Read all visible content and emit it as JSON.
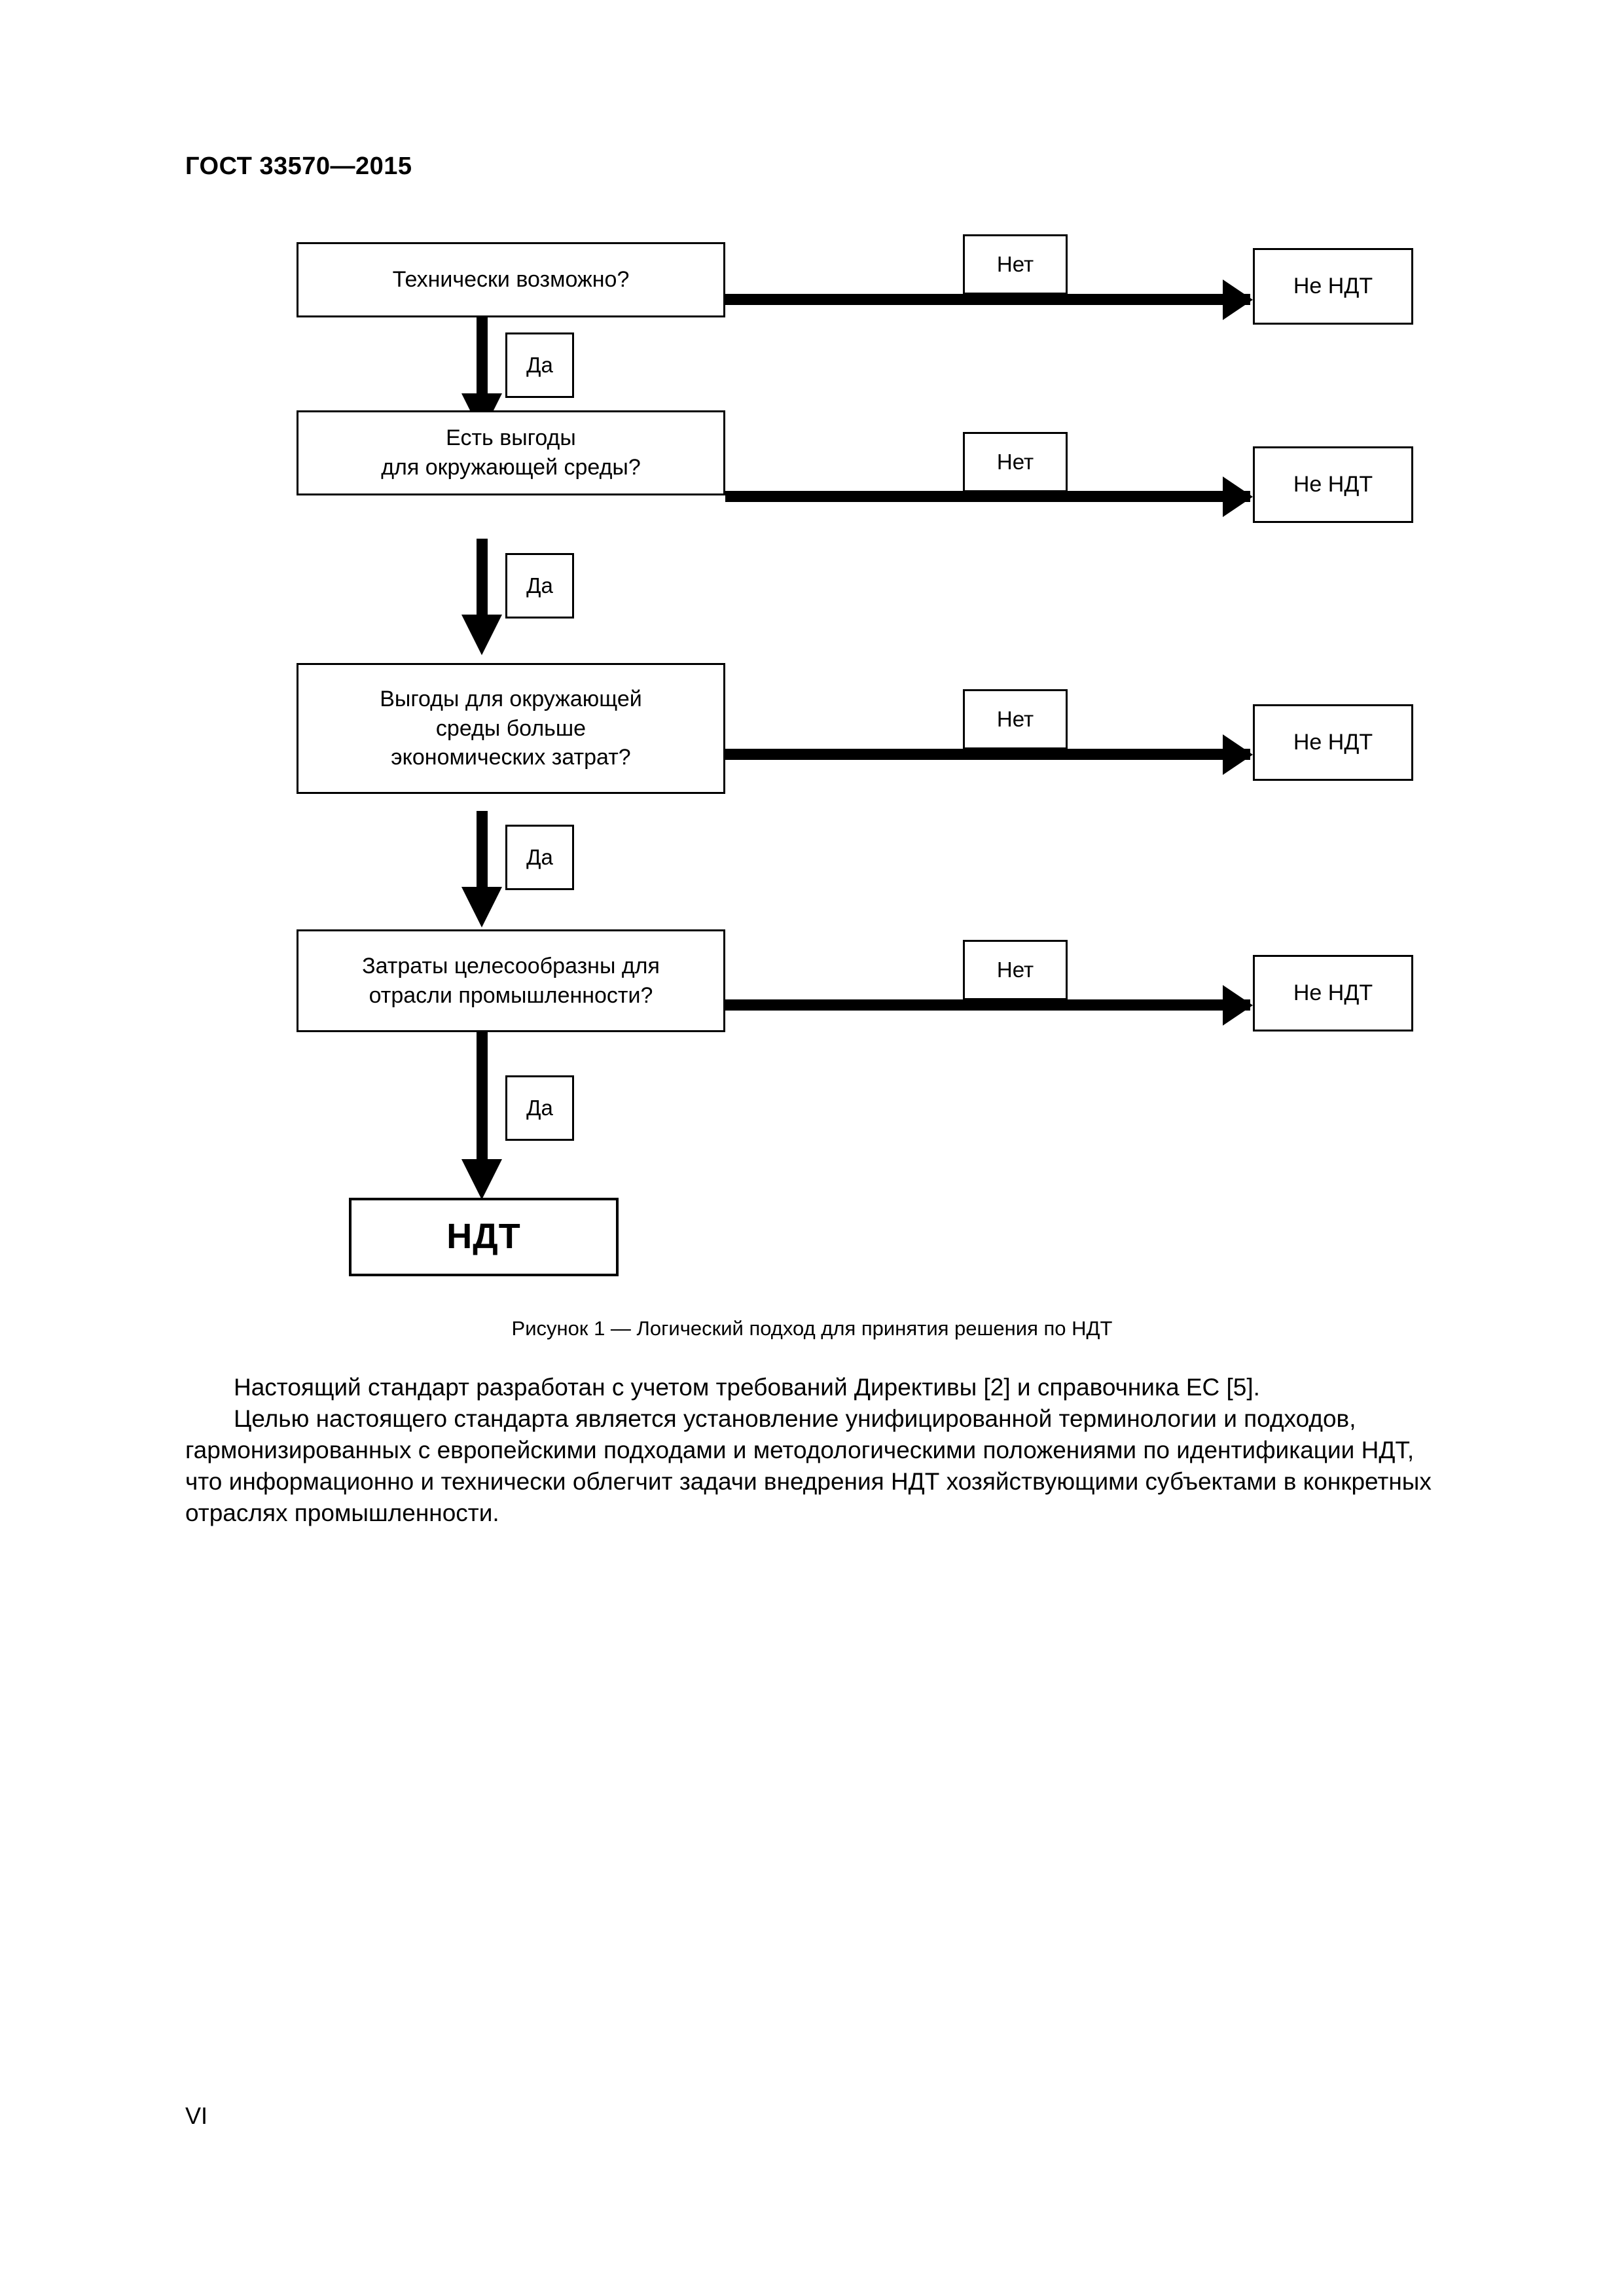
{
  "header": {
    "standard_id": "ГОСТ 33570—2015"
  },
  "figure": {
    "caption": "Рисунок 1 — Логический подход для принятия решения по НДТ",
    "decisions": [
      {
        "text_line1": "Технически возможно?",
        "text_line2": "",
        "text_line3": ""
      },
      {
        "text_line1": "Есть выгоды",
        "text_line2": "для окружающей среды?",
        "text_line3": ""
      },
      {
        "text_line1": "Выгоды для окружающей",
        "text_line2": "среды больше",
        "text_line3": "экономических затрат?"
      },
      {
        "text_line1": "Затраты целесообразны для",
        "text_line2": "отрасли промышленности?",
        "text_line3": ""
      }
    ],
    "yes_label": "Да",
    "no_label": "Нет",
    "reject_label": "Не НДТ",
    "accept_label": "НДТ",
    "colors": {
      "stroke": "#000000",
      "fill": "#ffffff"
    }
  },
  "body": {
    "paragraph1": "Настоящий стандарт разработан с учетом требований Директивы [2] и справочника ЕС [5].",
    "paragraph2": "Целью настоящего стандарта является установление унифицированной терминологии и подходов, гармонизированных с европейскими подходами и методологическими положениями по идентификации НДТ, что информационно и технически облегчит задачи внедрения НДТ хозяйствующими субъектами в конкретных отраслях промышленности."
  },
  "folio": {
    "page_number": "VI"
  }
}
